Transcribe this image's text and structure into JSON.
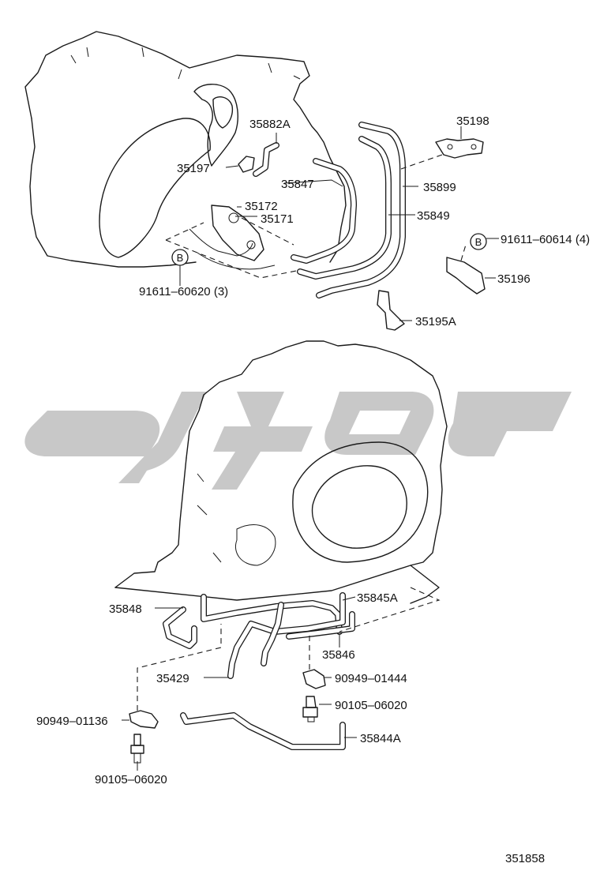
{
  "diagram": {
    "drawing_number": "351858",
    "part_labels": [
      {
        "id": "p35882A",
        "text": "35882A"
      },
      {
        "id": "p35198",
        "text": "35198"
      },
      {
        "id": "p35197",
        "text": "35197"
      },
      {
        "id": "p35847",
        "text": "35847"
      },
      {
        "id": "p35899",
        "text": "35899"
      },
      {
        "id": "p35172",
        "text": "35172"
      },
      {
        "id": "p35171",
        "text": "35171"
      },
      {
        "id": "p35849",
        "text": "35849"
      },
      {
        "id": "p91611_60614",
        "text": "91611–60614 (4)"
      },
      {
        "id": "p35196",
        "text": "35196"
      },
      {
        "id": "p91611_60620",
        "text": "91611–60620 (3)"
      },
      {
        "id": "p35195A",
        "text": "35195A"
      },
      {
        "id": "p35848",
        "text": "35848"
      },
      {
        "id": "p35845A",
        "text": "35845A"
      },
      {
        "id": "p35846",
        "text": "35846"
      },
      {
        "id": "p35429",
        "text": "35429"
      },
      {
        "id": "p90949_01444",
        "text": "90949–01444"
      },
      {
        "id": "p90105_06020a",
        "text": "90105–06020"
      },
      {
        "id": "p90949_01136",
        "text": "90949–01136"
      },
      {
        "id": "p35844A",
        "text": "35844A"
      },
      {
        "id": "p90105_06020b",
        "text": "90105–06020"
      }
    ],
    "callout_badges": [
      {
        "id": "badgeB1",
        "text": "B"
      },
      {
        "id": "badgeB2",
        "text": "B"
      }
    ]
  }
}
